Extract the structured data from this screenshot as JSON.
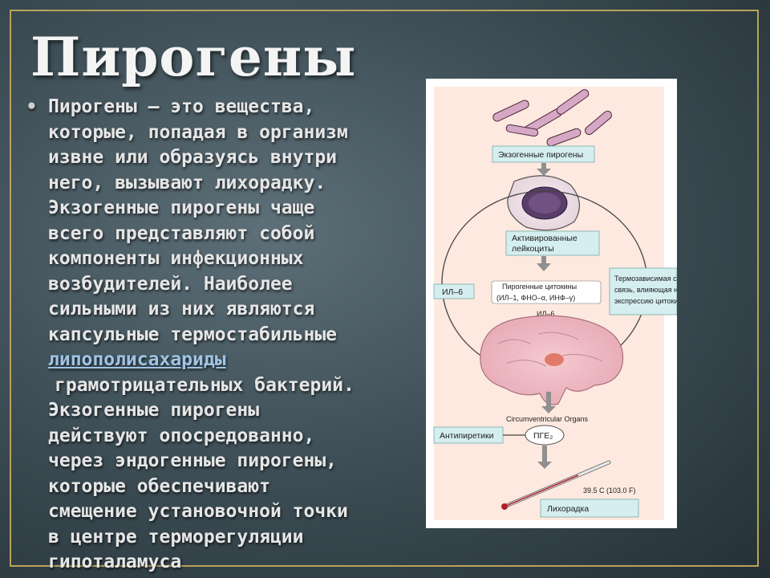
{
  "slide": {
    "title": "Пирогены",
    "lines": [
      "Пирогены — это вещества,",
      "которые, попадая в организм",
      "извне или образуясь внутри",
      "него, вызывают лихорадку.",
      "Экзогенные пирогены чаще",
      "всего представляют собой",
      "компоненты инфекционных",
      "возбудителей. Наиболее",
      "сильными из них являются",
      "капсульные термостабильные"
    ],
    "link_text": "липополисахариды",
    "lines_after": [
      "грамотрицательных бактерий.",
      "Экзогенные пирогены",
      "действуют опосредованно,",
      "через эндогенные пирогены,",
      "которые обеспечивают",
      "смещение установочной точки",
      "в центре терморегуляции",
      "гипоталамуса"
    ]
  },
  "diagram": {
    "exogenous": "Экзогенные пирогены",
    "leukocytes_1": "Активированные",
    "leukocytes_2": "лейкоциты",
    "il6_left": "ИЛ–6",
    "cytokines_1": "Пирогенные цитокины",
    "cytokines_2": "(ИЛ–1, ФНО–α, ИНФ–γ)",
    "il6_mid": "ИЛ–6",
    "feedback_1": "Термозависимая сбратная",
    "feedback_2": "связь, влияющая на",
    "feedback_3": "экспрессию цитокинов",
    "organs": "Circumventricular Organs",
    "antipyretics": "Антипиретики",
    "pge2": "ПГЕ₂",
    "temperature": "39.5 C (103.0 F)",
    "fever": "Лихорадка"
  }
}
